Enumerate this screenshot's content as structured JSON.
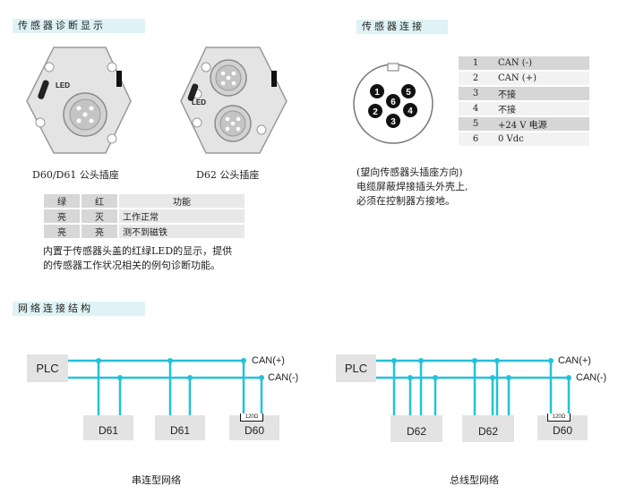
{
  "sections": {
    "diag": "传感器诊断显示",
    "conn": "传感器连接",
    "net": "网络连接结构"
  },
  "connectors": {
    "led_label": "LED",
    "left_caption": "D60/D61 公头插座",
    "right_caption": "D62 公头插座"
  },
  "led_table": {
    "headers": [
      "绿",
      "红",
      "功能"
    ],
    "rows": [
      [
        "亮",
        "灭",
        "工作正常"
      ],
      [
        "亮",
        "亮",
        "测不到磁铁"
      ]
    ]
  },
  "diag_text": [
    "内置于传感器头盖的红绿LED的显示，提供",
    "的传感器工作状况相关的例句诊断功能。"
  ],
  "pinout": {
    "pins": [
      "1",
      "2",
      "3",
      "4",
      "5",
      "6"
    ],
    "rows": [
      [
        "1",
        "CAN (-)"
      ],
      [
        "2",
        "CAN (+)"
      ],
      [
        "3",
        "不接"
      ],
      [
        "4",
        "不接"
      ],
      [
        "5",
        "+24 V 电源"
      ],
      [
        "6",
        "0 Vdc"
      ]
    ],
    "notes": [
      "(望向传感器头插座方向)",
      "电缆屏蔽焊接插头外壳上,",
      "必须在控制器方接地。"
    ]
  },
  "network": {
    "plc": "PLC",
    "can_plus": "CAN(+)",
    "can_minus": "CAN(-)",
    "resistor": "120Ω",
    "serial": {
      "nodes": [
        "D61",
        "D61",
        "D60"
      ],
      "caption": "串连型网络"
    },
    "bus": {
      "nodes": [
        "D62",
        "D62",
        "D60"
      ],
      "caption": "总线型网络"
    },
    "line_color": "#22c2d8"
  }
}
